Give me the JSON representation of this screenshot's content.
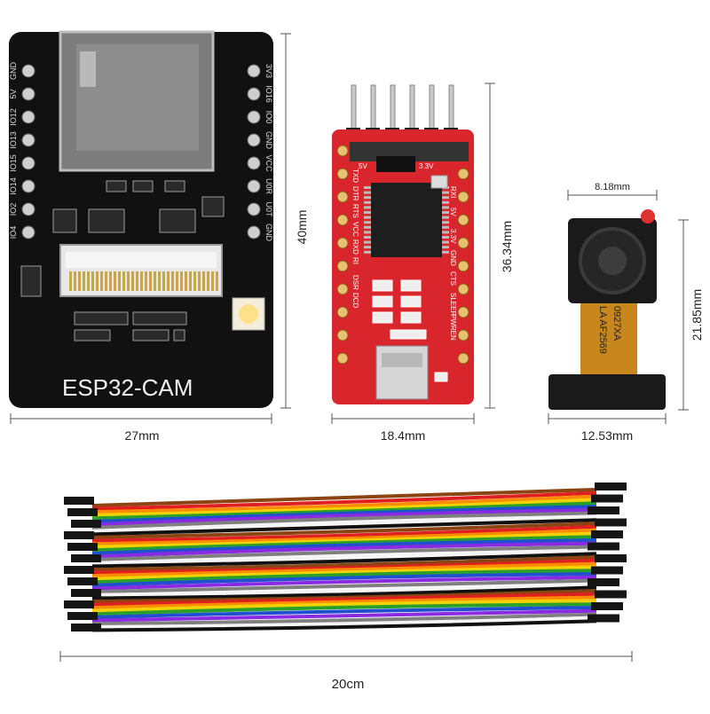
{
  "boards": {
    "esp32": {
      "title": "ESP32-CAM",
      "width_label": "27mm",
      "height_label": "40mm",
      "pins_left": [
        "GND",
        "5V",
        "IO12",
        "IO13",
        "IO15",
        "IO14",
        "IO2",
        "IO4"
      ],
      "pins_right": [
        "3V3",
        "IO16",
        "IO0",
        "GND",
        "VCC",
        "U0R",
        "U0T",
        "GND"
      ],
      "colors": {
        "pcb": "#111111",
        "sd": "#7a7a7a"
      }
    },
    "ftdi": {
      "width_label": "18.4mm",
      "height_label": "36.34mm",
      "pins_left": [
        "TXD",
        "DTR",
        "RTS",
        "VCC",
        "RXD",
        "RI",
        "DSR",
        "DCD"
      ],
      "pins_right": [
        "RXI",
        "5V",
        "3.3V",
        "GND",
        "CTS",
        "SLEEP",
        "PWREN"
      ],
      "jumper_labels": [
        "5V",
        "3.3V"
      ],
      "colors": {
        "pcb": "#d8262c"
      }
    },
    "camera": {
      "width_label": "12.53mm",
      "height_label": "21.85mm",
      "lens_width_label": "8.18mm",
      "flex_text_1": "LA AF2569",
      "flex_text_2": "0927XA",
      "colors": {
        "flex": "#c8871c",
        "body": "#1a1a1a"
      }
    },
    "cables": {
      "length_label": "20cm",
      "wire_colors": [
        "#8b4513",
        "#e02020",
        "#ff8c00",
        "#f2d200",
        "#2aa02a",
        "#2050d0",
        "#8a2be2",
        "#808080",
        "#f5f5f5",
        "#111111"
      ]
    }
  }
}
